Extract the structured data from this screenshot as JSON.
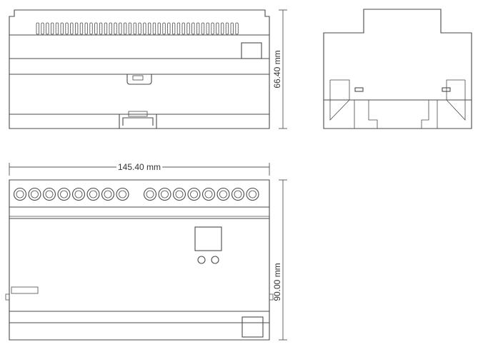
{
  "dimensions": {
    "width_label": "145.40 mm",
    "height_top_label": "66.40 mm",
    "height_front_label": "90.00 mm"
  },
  "colors": {
    "line": "#4a4a4a",
    "background": "#ffffff"
  }
}
